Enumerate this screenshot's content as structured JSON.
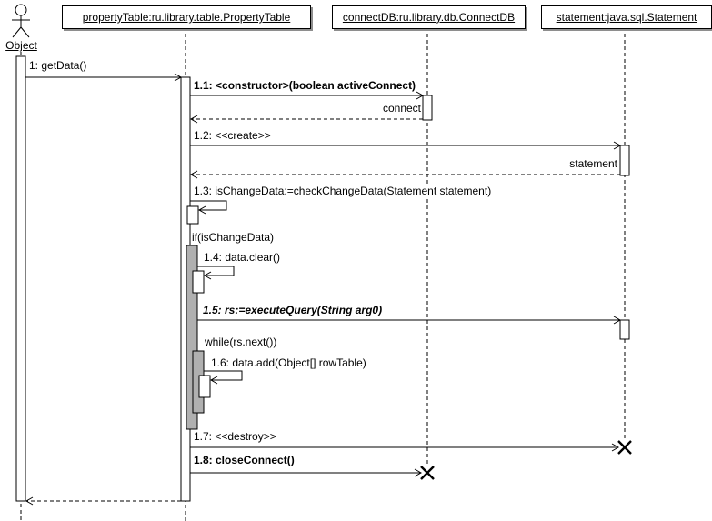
{
  "diagram": {
    "type": "uml-sequence",
    "colors": {
      "background": "#ffffff",
      "line": "#000000",
      "activation_fill": "#ffffff",
      "fragment_fill": "#b0b0b0",
      "header_shadow": "#8e8e8e"
    }
  },
  "actor": {
    "label": "Object"
  },
  "lifelines": [
    {
      "label": "propertyTable:ru.library.table.PropertyTable"
    },
    {
      "label": "connectDB:ru.library.db.ConnectDB"
    },
    {
      "label": "statement:java.sql.Statement"
    }
  ],
  "messages": {
    "m1": {
      "label": "1: getData()"
    },
    "m1_1": {
      "label": "1.1: <constructor>(boolean activeConnect)"
    },
    "r_connect": {
      "label": "connect"
    },
    "m1_2": {
      "label": "1.2: <<create>>"
    },
    "r_statement": {
      "label": "statement"
    },
    "m1_3": {
      "label": "1.3: isChangeData:=checkChangeData(Statement statement)"
    },
    "frag_if": {
      "label": "if(isChangeData)"
    },
    "m1_4": {
      "label": "1.4: data.clear()"
    },
    "m1_5": {
      "label": "1.5: rs:=executeQuery(String arg0)"
    },
    "frag_while": {
      "label": "while(rs.next())"
    },
    "m1_6": {
      "label": "1.6: data.add(Object[] rowTable)"
    },
    "m1_7": {
      "label": "1.7: <<destroy>>"
    },
    "m1_8": {
      "label": "1.8: closeConnect()"
    }
  }
}
